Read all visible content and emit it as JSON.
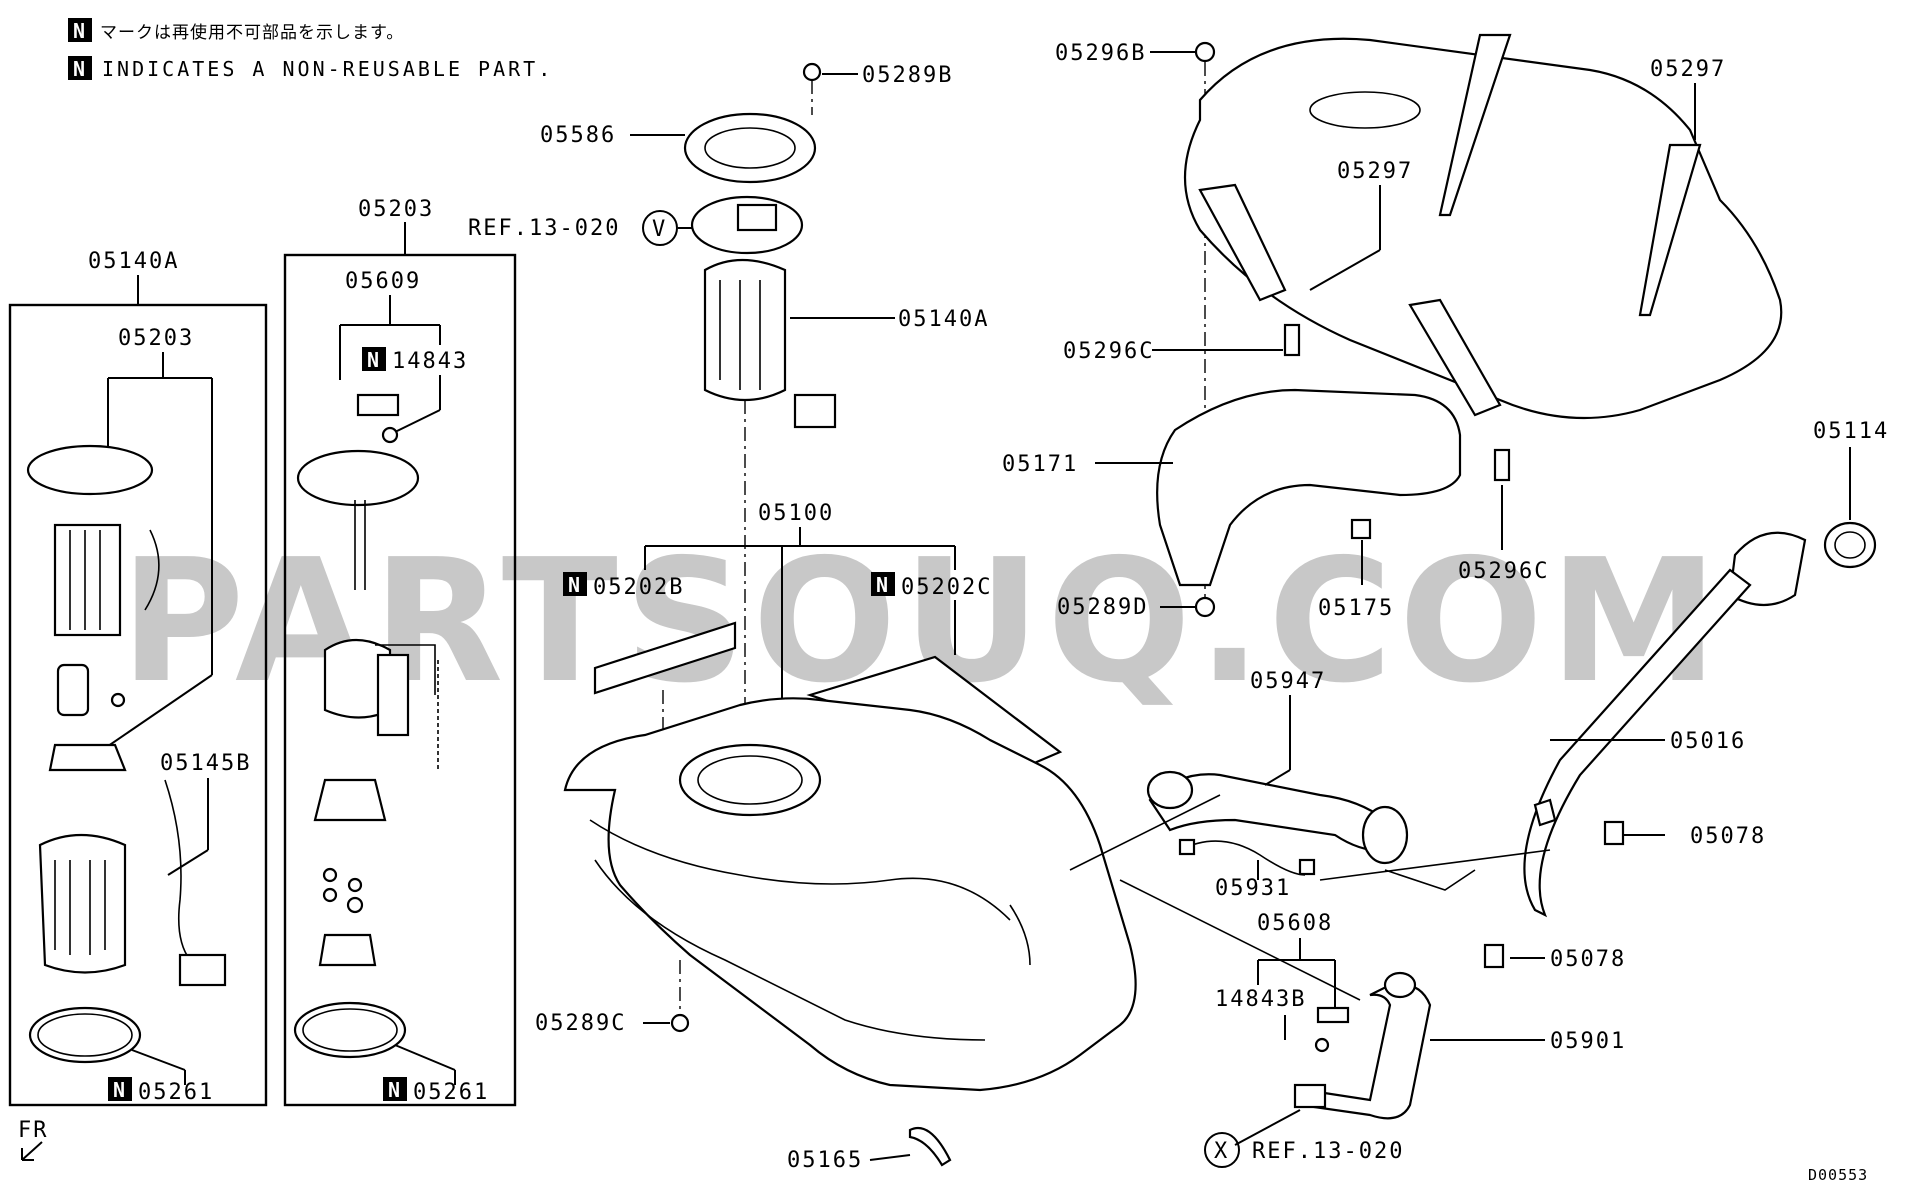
{
  "notes": {
    "jp": "マークは再使用不可部品を示します。",
    "en": "INDICATES A NON-REUSABLE PART.",
    "marker": "N"
  },
  "watermark": "PARTSOUQ.COM",
  "diagram_id": "D00553",
  "direction": "FR",
  "callouts": {
    "p05140A_top": "05140A",
    "p05203_box1": "05203",
    "p05145B": "05145B",
    "p05261_left": "05261",
    "p05203_top": "05203",
    "p05609": "05609",
    "p14843": "14843",
    "p05261_mid": "05261",
    "p05289B": "05289B",
    "p05586": "05586",
    "ref_v": "REF.13-020",
    "v_mark": "V",
    "p05140A_right": "05140A",
    "p05100": "05100",
    "p05202B": "05202B",
    "p05202C": "05202C",
    "p05289C": "05289C",
    "p05165": "05165",
    "p05296B": "05296B",
    "p05297_top": "05297",
    "p05297_mid": "05297",
    "p05296C_left": "05296C",
    "p05171": "05171",
    "p05289D": "05289D",
    "p05175": "05175",
    "p05296C_right": "05296C",
    "p05114": "05114",
    "p05947": "05947",
    "p05016": "05016",
    "p05078_top": "05078",
    "p05931": "05931",
    "p05608": "05608",
    "p05078_bot": "05078",
    "p14843B": "14843B",
    "p05901": "05901",
    "x_mark": "X",
    "ref_x": "REF.13-020"
  }
}
